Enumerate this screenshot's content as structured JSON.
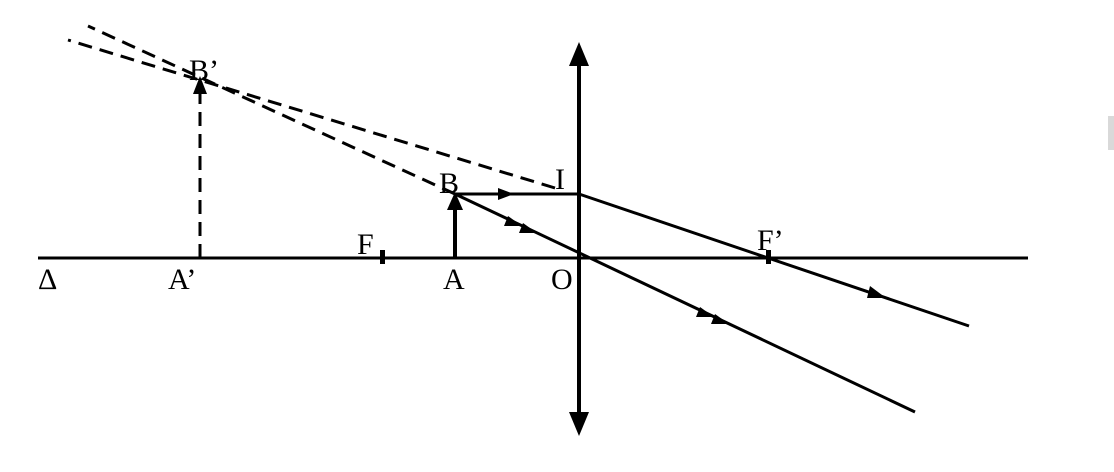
{
  "labels": {
    "axis": "Δ",
    "image_top": "B’",
    "image_base": "A’",
    "focus_object": "F",
    "object_top": "B",
    "object_base": "A",
    "lens_center": "O",
    "lens_point": "I",
    "focus_image": "F’"
  },
  "colors": {
    "ink": "#000000",
    "background": "#ffffff",
    "edge_mark": "#d9d9d9"
  }
}
